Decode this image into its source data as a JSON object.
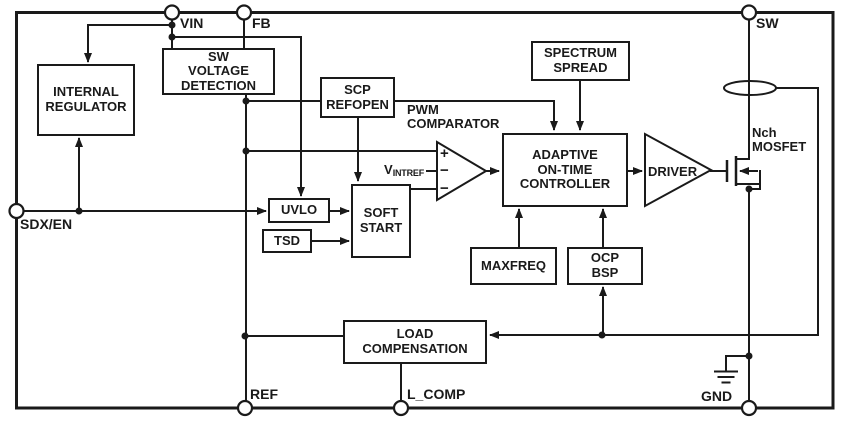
{
  "diagram": {
    "title": "DC-DC converter IC block diagram",
    "colors": {
      "line": "#1a1a1a",
      "background": "#ffffff",
      "block_fill": "#ffffff"
    },
    "pins": {
      "vin": "VIN",
      "fb": "FB",
      "sw": "SW",
      "sdx_en": "SDX/EN",
      "ref": "REF",
      "l_comp": "L_COMP",
      "gnd": "GND"
    },
    "blocks": {
      "internal_regulator": "INTERNAL\nREGULATOR",
      "sw_voltage_detection": "SW\nVOLTAGE\nDETECTION",
      "scp_refopen": "SCP\nREFOPEN",
      "uvlo": "UVLO",
      "tsd": "TSD",
      "soft_start": "SOFT\nSTART",
      "spectrum_spread": "SPECTRUM\nSPREAD",
      "adaptive_on_time_controller": "ADAPTIVE\nON-TIME\nCONTROLLER",
      "maxfreq": "MAXFREQ",
      "ocp_bsp": "OCP\nBSP",
      "load_compensation": "LOAD\nCOMPENSATION"
    },
    "labels": {
      "pwm_comparator": "PWM\nCOMPARATOR",
      "driver": "DRIVER",
      "nch_mosfet": "Nch\nMOSFET",
      "vintref_main": "V",
      "vintref_sub": "INTREF",
      "comp_plus": "+",
      "comp_minus_mid": "−",
      "comp_minus_bot": "−"
    }
  }
}
